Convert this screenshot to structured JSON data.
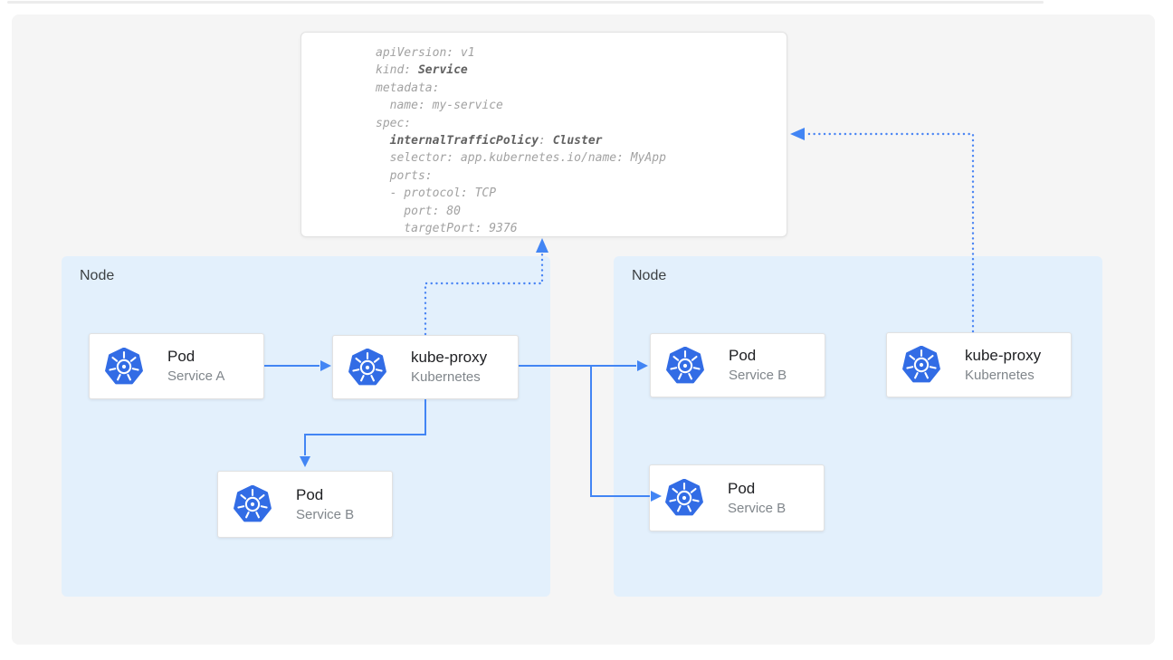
{
  "colors": {
    "accent_blue": "#4285f4",
    "dot_blue": "#4a85f4",
    "kube_blue": "#326ce5",
    "node_bg": "#e3f0fc",
    "panel_bg": "#f5f5f5",
    "card_border": "#e2e2e2",
    "code_text": "#a2a2a2",
    "code_bold": "#616161",
    "title_text": "#202124",
    "sub_text": "#80868b",
    "node_label": "#3c4043"
  },
  "code_panel": {
    "lines": [
      {
        "segments": [
          {
            "text": "apiVersion: v1",
            "bold": false
          }
        ]
      },
      {
        "segments": [
          {
            "text": "kind: ",
            "bold": false
          },
          {
            "text": "Service",
            "bold": true
          }
        ]
      },
      {
        "segments": [
          {
            "text": "metadata:",
            "bold": false
          }
        ]
      },
      {
        "segments": [
          {
            "text": "  name: my-service",
            "bold": false
          }
        ]
      },
      {
        "segments": [
          {
            "text": "spec:",
            "bold": false
          }
        ]
      },
      {
        "segments": [
          {
            "text": "  ",
            "bold": false
          },
          {
            "text": "internalTrafficPolicy",
            "bold": true
          },
          {
            "text": ": ",
            "bold": false
          },
          {
            "text": "Cluster",
            "bold": true
          }
        ]
      },
      {
        "segments": [
          {
            "text": "  selector: app.kubernetes.io/name: MyApp",
            "bold": false
          }
        ]
      },
      {
        "segments": [
          {
            "text": "  ports:",
            "bold": false
          }
        ]
      },
      {
        "segments": [
          {
            "text": "  - protocol: TCP",
            "bold": false
          }
        ]
      },
      {
        "segments": [
          {
            "text": "    port: 80",
            "bold": false
          }
        ]
      },
      {
        "segments": [
          {
            "text": "    targetPort: 9376",
            "bold": false
          }
        ]
      }
    ]
  },
  "nodes": [
    {
      "label": "Node",
      "cards": [
        {
          "title": "Pod",
          "subtitle": "Service A",
          "icon": "kubernetes-logo"
        },
        {
          "title": "kube-proxy",
          "subtitle": "Kubernetes",
          "icon": "kubernetes-logo"
        },
        {
          "title": "Pod",
          "subtitle": "Service B",
          "icon": "kubernetes-logo"
        }
      ]
    },
    {
      "label": "Node",
      "cards": [
        {
          "title": "Pod",
          "subtitle": "Service B",
          "icon": "kubernetes-logo"
        },
        {
          "title": "Pod",
          "subtitle": "Service B",
          "icon": "kubernetes-logo"
        },
        {
          "title": "kube-proxy",
          "subtitle": "Kubernetes",
          "icon": "kubernetes-logo"
        }
      ]
    }
  ]
}
